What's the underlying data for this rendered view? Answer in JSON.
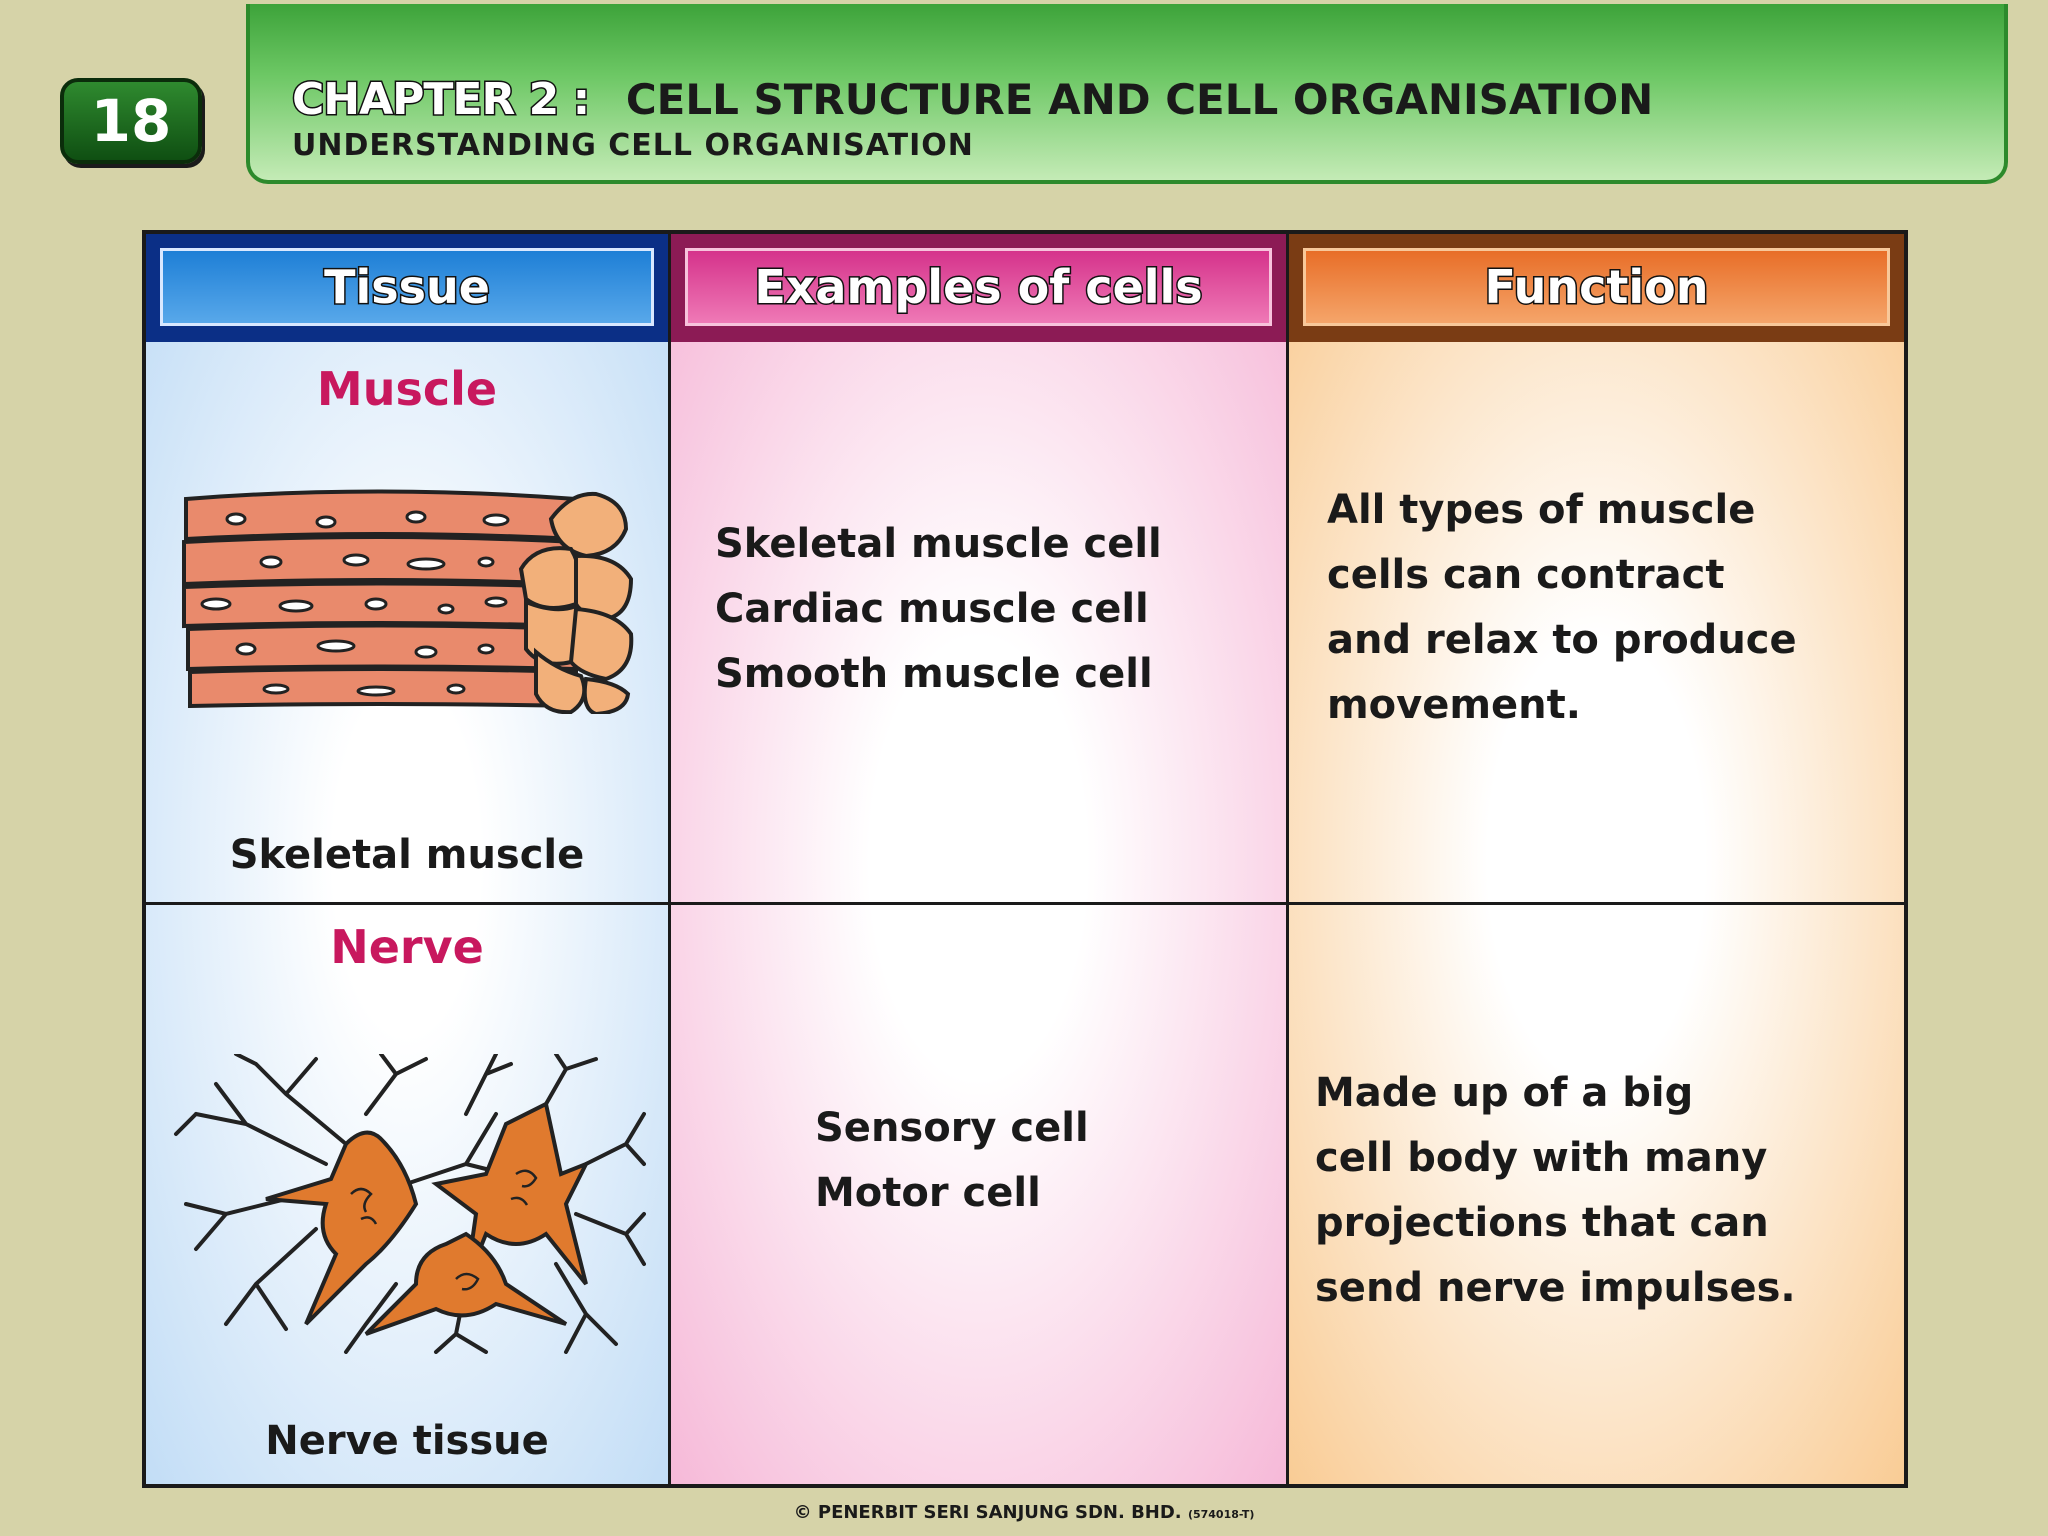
{
  "page_number": "18",
  "header": {
    "chapter_label": "CHAPTER 2 :",
    "chapter_title": "CELL STRUCTURE AND CELL ORGANISATION",
    "subtitle": "UNDERSTANDING CELL ORGANISATION"
  },
  "table": {
    "headers": [
      "Tissue",
      "Examples of cells",
      "Function"
    ],
    "rows": [
      {
        "tissue": "Muscle",
        "image_caption": "Skeletal muscle",
        "image_icon": "skeletal-muscle-illustration",
        "examples": [
          "Skeletal muscle cell",
          "Cardiac muscle cell",
          "Smooth muscle cell"
        ],
        "function": [
          "All types of muscle",
          "cells can contract",
          "and relax to produce",
          "movement."
        ]
      },
      {
        "tissue": "Nerve",
        "image_caption": "Nerve tissue",
        "image_icon": "nerve-tissue-illustration",
        "examples": [
          "Sensory cell",
          "Motor cell"
        ],
        "function": [
          "Made up of a big",
          "cell body with many",
          "projections that can",
          "send nerve impulses."
        ]
      }
    ]
  },
  "footer": {
    "copyright": "© PENERBIT SERI SANJUNG SDN. BHD.",
    "registration": "(574018-T)"
  },
  "colors": {
    "background": "#d6d3a8",
    "banner_green": "#3da33a",
    "tissue_header": "#1e7fd6",
    "examples_header": "#d5338b",
    "function_header": "#e86e28",
    "tissue_name": "#c8185e"
  }
}
